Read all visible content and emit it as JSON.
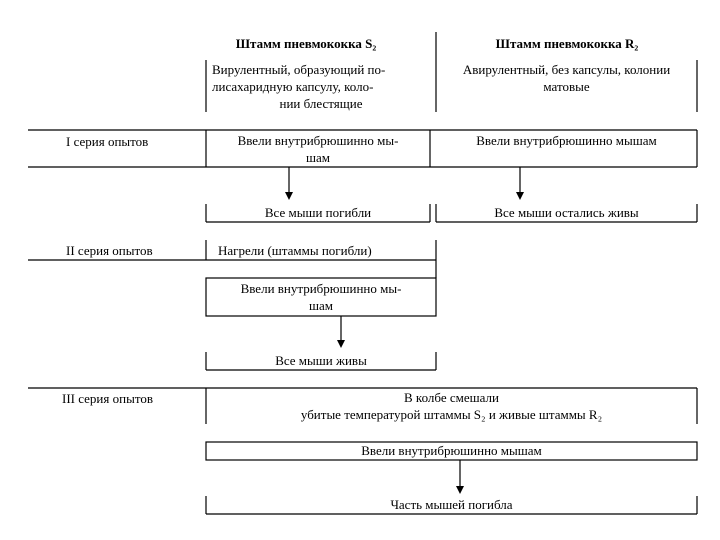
{
  "headers": {
    "s2": "Штамм пневмококка S₂",
    "r2": "Штамм пневмококка R₂"
  },
  "descriptions": {
    "s2_line1": "Вирулентный, образующий по-",
    "s2_line2": "лисахаридную капсулу, коло-",
    "s2_line3": "нии блестящие",
    "r2_line1": "Авирулентный, без капсулы, колонии",
    "r2_line2": "матовые"
  },
  "series": {
    "first": "I серия опытов",
    "second": "II серия опытов",
    "third": "III серия опытов"
  },
  "series1": {
    "s2_inject_line1": "Ввели внутрибрюшинно мы-",
    "s2_inject_line2": "шам",
    "r2_inject": "Ввели внутрибрюшинно мышам",
    "s2_result": "Все мыши погибли",
    "r2_result": "Все мыши остались живы"
  },
  "series2": {
    "heated": "Нагрели (штаммы погибли)",
    "inject_line1": "Ввели внутрибрюшинно мы-",
    "inject_line2": "шам",
    "result": "Все мыши живы"
  },
  "series3": {
    "mix_line1": "В колбе смешали",
    "mix_line2": "убитые температурой штаммы S₂ и живые штаммы R₂",
    "inject": "Ввели внутрибрюшинно мышам",
    "result": "Часть мышей погибла"
  }
}
